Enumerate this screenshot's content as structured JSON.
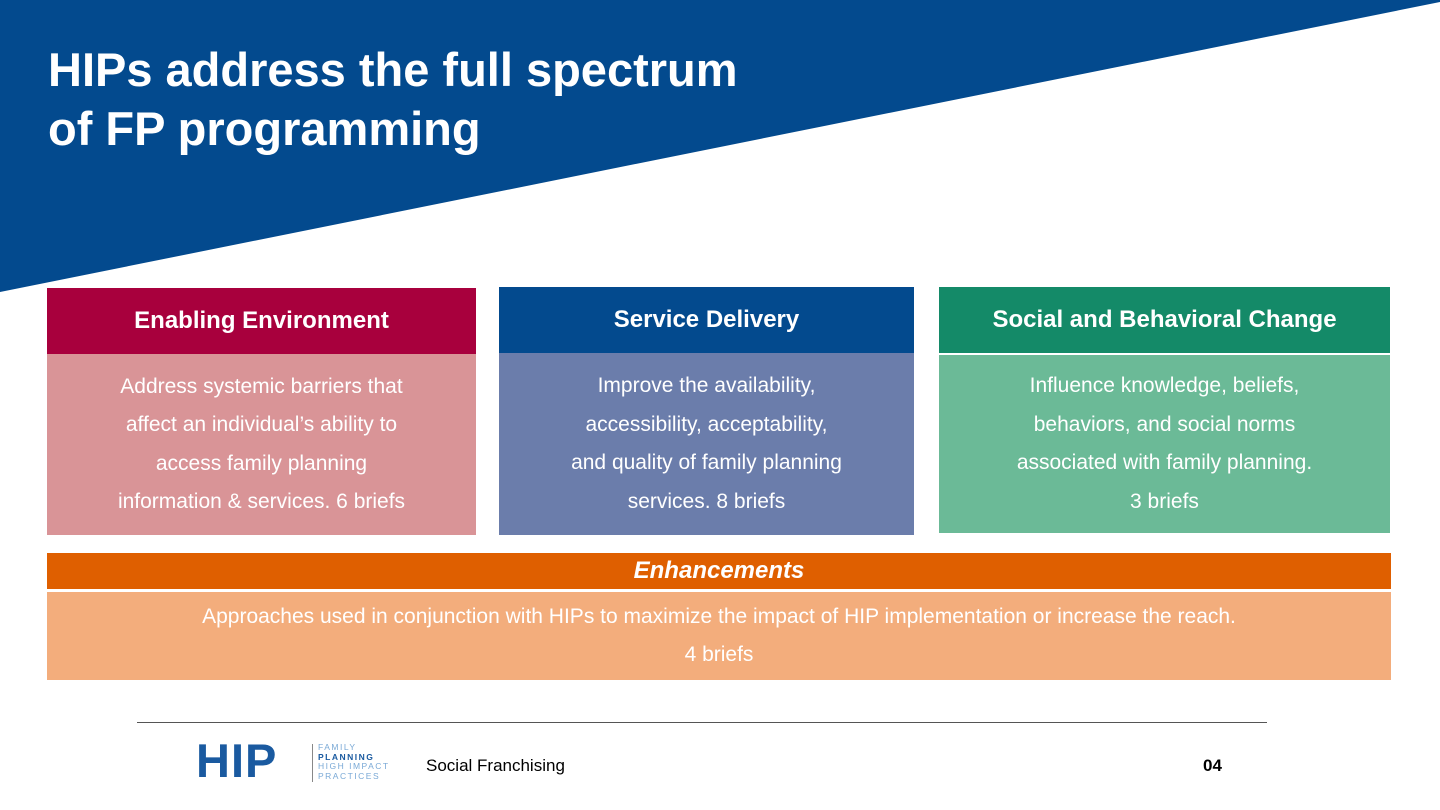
{
  "slide": {
    "title_line1": "HIPs address the full spectrum",
    "title_line2": "of FP programming"
  },
  "cards": [
    {
      "header": "Enabling Environment",
      "body_lines": [
        "Address systemic barriers that",
        "affect an individual’s ability to",
        "access family planning",
        "information & services. 6 briefs"
      ],
      "header_color": "#a8003d",
      "body_color": "#d99497"
    },
    {
      "header": "Service Delivery",
      "body_lines": [
        "Improve the availability,",
        "accessibility, acceptability,",
        "and quality of family planning",
        "services. 8 briefs"
      ],
      "header_color": "#034a8e",
      "body_color": "#6b7dab"
    },
    {
      "header": "Social and Behavioral Change",
      "body_lines": [
        "Influence knowledge, beliefs,",
        "behaviors, and social norms",
        "associated with family planning.",
        "3 briefs"
      ],
      "header_color": "#148a68",
      "body_color": "#6bba97"
    }
  ],
  "enhancements": {
    "header": "Enhancements",
    "body_line1": "Approaches used in conjunction with HIPs to maximize the impact of HIP implementation or increase the reach.",
    "body_line2": "4 briefs",
    "header_color": "#df5f00",
    "body_color": "#f3ad7c"
  },
  "footer": {
    "logo_text": "HIP",
    "logo_lines": [
      "FAMILY",
      "PLANNING",
      "HIGH IMPACT",
      "PRACTICES"
    ],
    "label": "Social Franchising",
    "page": "04"
  },
  "colors": {
    "banner": "#034a8e",
    "logo": "#1a5aa0"
  }
}
